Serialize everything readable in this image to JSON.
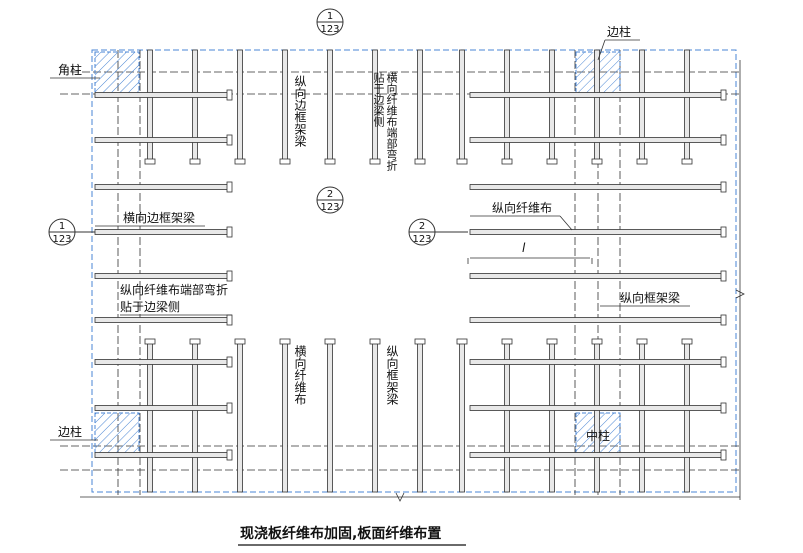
{
  "title": "现浇板纤维布加固,板面纤维布置",
  "labels": {
    "corner_column": "角柱",
    "edge_column_top": "边柱",
    "edge_column_left": "边柱",
    "middle_column": "中柱",
    "longitudinal_edge_beam": "纵向边框架梁",
    "transverse_fiber_bend": "横向纤维布端部弯折贴于边梁侧",
    "transverse_edge_beam": "横向边框架梁",
    "longitudinal_fiber": "纵向纤维布",
    "longitudinal_fiber_bend": "纵向纤维布端部弯折贴于边梁侧",
    "longitudinal_frame_beam_right": "纵向框架梁",
    "transverse_fiber": "横向纤维布",
    "longitudinal_frame_beam_bottom": "纵向框架梁",
    "length_symbol": "l"
  },
  "section_markers": {
    "top": {
      "num": "1",
      "ref": "123"
    },
    "left": {
      "num": "1",
      "ref": "123"
    },
    "mid": {
      "num": "2",
      "ref": "123"
    },
    "right": {
      "num": "2",
      "ref": "123"
    }
  },
  "colors": {
    "line": "#333333",
    "strip_fill": "#e8e8e8",
    "column_hatch": "#4a86d4",
    "dash_blue": "#4a86d4"
  }
}
